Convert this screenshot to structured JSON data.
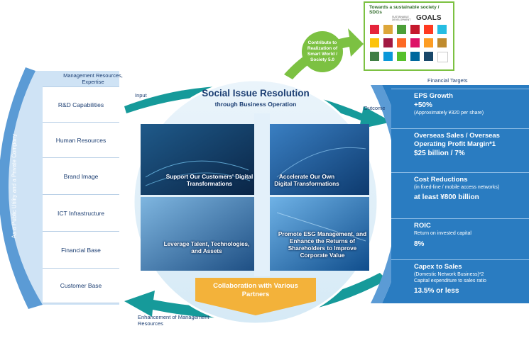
{
  "left_arc": {
    "vertical_label": "As a Public Utility and a Private Company",
    "header": "Management Resources, Expertise",
    "input_label": "Input",
    "resources": [
      "R&D Capabilities",
      "Human Resources",
      "Brand Image",
      "ICT Infrastructure",
      "Financial Base",
      "Customer Base"
    ]
  },
  "center": {
    "title": "Social Issue Resolution",
    "subtitle": "through Business Operation",
    "quadrants": [
      "Support Our Customers' Digital Transformations",
      "Accelerate Our Own Digital Transformations",
      "Leverage Talent, Technologies, and Assets",
      "Promote ESG Management, and Enhance the Returns of Shareholders to Improve Corporate Value"
    ],
    "collaboration": "Collaboration with Various Partners"
  },
  "bubble": {
    "text": "Contribute to Realization of Smart World / Society 5.0"
  },
  "sdgs": {
    "title": "Towards a sustainable society / SDGs",
    "logo_small": "SUSTAINABLE DEVELOPMENT",
    "logo_big": "GOALS",
    "colors": [
      "#e5243b",
      "#dda63a",
      "#4c9f38",
      "#c5192d",
      "#ff3a21",
      "#26bde2",
      "#fcc30b",
      "#a21942",
      "#fd6925",
      "#dd1367",
      "#fd9d24",
      "#bf8b2e",
      "#3f7e44",
      "#0a97d9",
      "#56c02b",
      "#00689d",
      "#19486a",
      "#ffffff"
    ]
  },
  "outcome_label": "Outcome",
  "bottom_label": "Enhancement of Management Resources",
  "financial": {
    "header": "Financial Targets",
    "eps": {
      "title": "EPS Growth",
      "value": "+50%",
      "note": "(Approximately ¥320 per share)"
    },
    "overseas": {
      "title": "Overseas Sales / Overseas Operating Profit Margin*1",
      "value": "$25 billion / 7%"
    },
    "cost": {
      "title": "Cost Reductions",
      "note": "(in fixed-line / mobile access networks)",
      "value": "at least ¥800 billion"
    },
    "roic": {
      "title": "ROIC",
      "note": "Return on invested capital",
      "value": "8%"
    },
    "capex": {
      "title": "Capex to Sales",
      "note": "(Domestic Network Business)*2",
      "note2": "Capital expenditure to sales ratio",
      "value": "13.5% or less"
    }
  },
  "colors": {
    "navy": "#1d3f73",
    "blue": "#2a7cc1",
    "light_blue": "#cfe3f5",
    "teal": "#169a9a",
    "green": "#7cc142",
    "orange": "#f3b23a"
  }
}
